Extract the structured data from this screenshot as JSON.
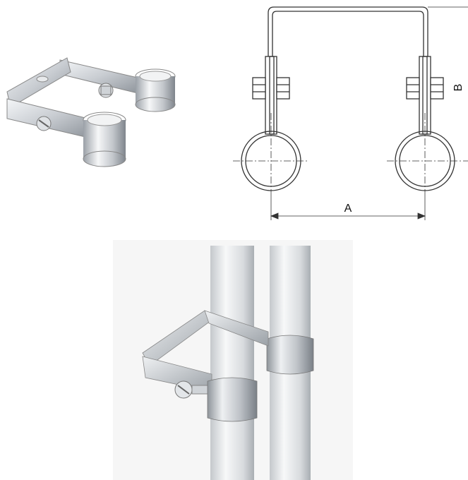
{
  "drawing": {
    "dimension_a_label": "A",
    "dimension_b_label": "B"
  },
  "colors": {
    "metal_light": "#f1f3f5",
    "metal_mid": "#c8ccd1",
    "metal_dark": "#8d939a",
    "line": "#333333",
    "pole_light": "#f5f6f7",
    "pole_dark": "#b9bdc2"
  },
  "images": {
    "product_photo": "pipe-clamp-bracket-photo",
    "mounted_photo": "clamp-mounted-on-two-poles-photo"
  }
}
